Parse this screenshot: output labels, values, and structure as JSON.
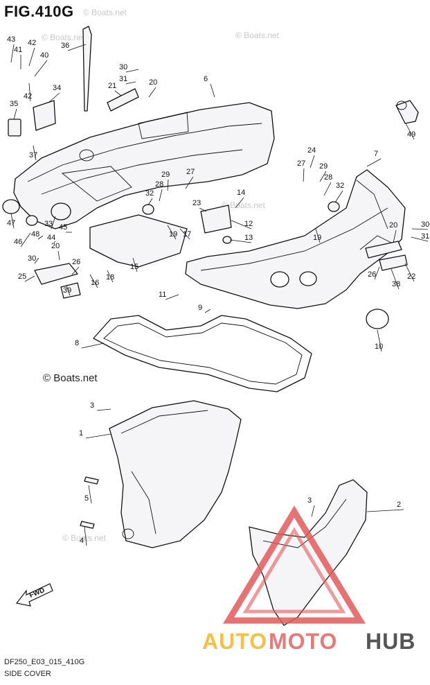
{
  "figure": {
    "title": "FIG.410G",
    "model_code": "DF250_E03_015_410G",
    "caption": "SIDE COVER"
  },
  "watermark": {
    "text": "© Boats.net"
  },
  "brand_watermark": {
    "part1": "AUTO",
    "part2": "MOTO",
    "part3": "HUB",
    "colors": {
      "auto": "#f4c04a",
      "moto": "#e47a7a",
      "hub": "#555555",
      "triangle": "#e05a5a"
    }
  },
  "direction_arrow": {
    "label": "FWD"
  },
  "callouts": [
    "43",
    "41",
    "42",
    "40",
    "36",
    "42",
    "34",
    "35",
    "37",
    "30",
    "31",
    "21",
    "20",
    "6",
    "49",
    "24",
    "27",
    "29",
    "28",
    "32",
    "7",
    "29",
    "27",
    "28",
    "32",
    "14",
    "23",
    "12",
    "13",
    "47",
    "33",
    "45",
    "46",
    "48",
    "44",
    "20",
    "30",
    "19",
    "17",
    "15",
    "25",
    "26",
    "16",
    "18",
    "39",
    "11",
    "9",
    "8",
    "10",
    "20",
    "30",
    "31",
    "26",
    "38",
    "22",
    "19",
    "3",
    "1",
    "5",
    "3",
    "2",
    "4"
  ]
}
